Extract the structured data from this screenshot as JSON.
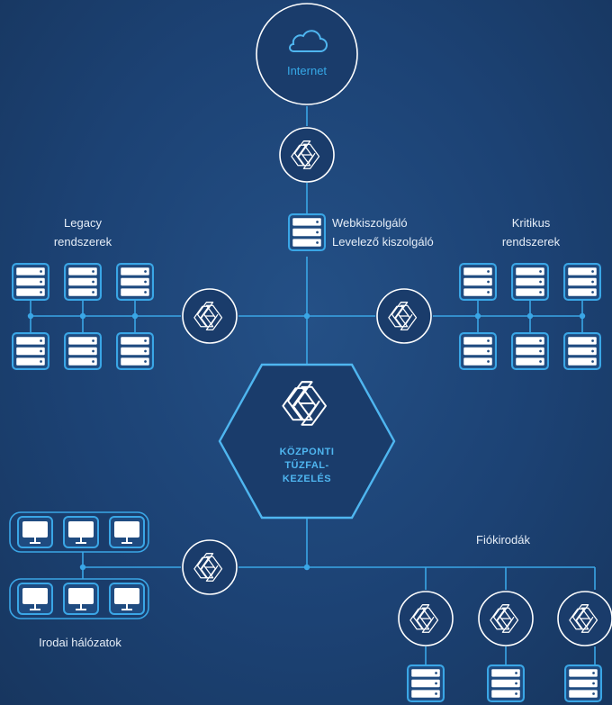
{
  "internet": {
    "label": "Internet",
    "icon": "cloud-icon"
  },
  "web_server": {
    "line1": "Webkiszolgáló",
    "line2": "Levelező kiszolgáló",
    "icon": "server-icon"
  },
  "legacy": {
    "line1": "Legacy",
    "line2": "rendszerek"
  },
  "critical": {
    "line1": "Kritikus",
    "line2": "rendszerek"
  },
  "central": {
    "line1": "KÖZPONTI",
    "line2": "TŰZFAL-",
    "line3": "KEZELÉS",
    "icon": "firewall-logo-icon"
  },
  "branch": {
    "label": "Fiókirodák"
  },
  "office": {
    "label": "Irodai hálózatok",
    "icon": "monitor-icon"
  },
  "colors": {
    "background": "#1c4274",
    "line": "#3aa6e6",
    "accent": "#4fb6f0",
    "node_fill": "#1a3c6b",
    "white": "#ffffff"
  }
}
